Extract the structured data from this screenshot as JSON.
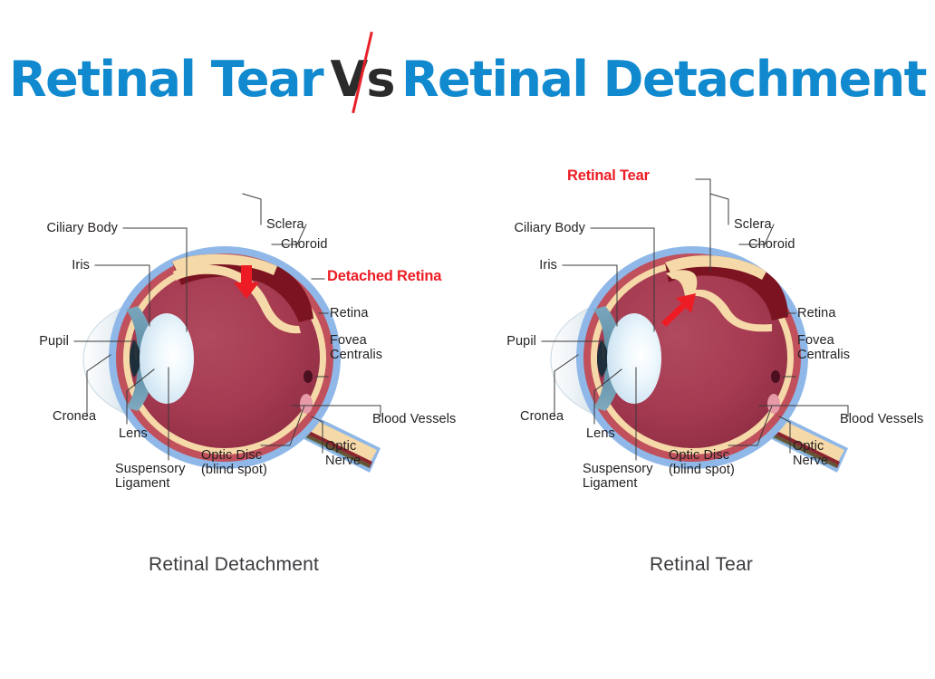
{
  "title": {
    "left_text": "Retinal Tear",
    "vs_v": "V",
    "vs_s": "s",
    "right_text": "Retinal Detachment",
    "blue_color": "#1189ce",
    "dark_color": "#2b2b2b",
    "slash_color": "#e8202a"
  },
  "colors": {
    "sclera": "#8fb8e8",
    "choroid": "#c0505c",
    "retina": "#f6d9a8",
    "vitreous": "#a63b52",
    "detachment_pocket": "#7b1420",
    "arrow_red": "#ed1c24",
    "label_text": "#231f20",
    "leader_line": "#3a3a3a",
    "cornea": "#e8eef2",
    "iris": "#5b8ca3",
    "lens": "#dfeef8",
    "optic_nerve_vessel": "#8c2430",
    "optic_disc": "#e79aa8",
    "fovea": "#4a1020"
  },
  "panels": [
    {
      "id": "left",
      "caption": "Retinal Detachment",
      "highlight_label": "Detached Retina",
      "highlight_position": "right",
      "labels_left": [
        {
          "text": "Ciliary Body"
        },
        {
          "text": "Iris"
        },
        {
          "text": "Pupil"
        },
        {
          "text": "Cronea"
        },
        {
          "text": "Lens"
        },
        {
          "text": "Suspensory",
          "text2": "Ligament"
        },
        {
          "text": "Optic Disc",
          "text2": "(blind spot)"
        }
      ],
      "labels_right": [
        {
          "text": "Sclera"
        },
        {
          "text": "Choroid"
        },
        {
          "text": "Retina"
        },
        {
          "text": "Fovea",
          "text2": "Centralis"
        },
        {
          "text": "Blood Vessels"
        },
        {
          "text": "Optic",
          "text2": "Nerve"
        }
      ]
    },
    {
      "id": "right",
      "caption": "Retinal Tear",
      "highlight_label": "Retinal Tear",
      "highlight_position": "top",
      "labels_left": [
        {
          "text": "Ciliary Body"
        },
        {
          "text": "Iris"
        },
        {
          "text": "Pupil"
        },
        {
          "text": "Cronea"
        },
        {
          "text": "Lens"
        },
        {
          "text": "Suspensory",
          "text2": "Ligament"
        },
        {
          "text": "Optic Disc",
          "text2": "(blind spot)"
        }
      ],
      "labels_right": [
        {
          "text": "Sclera"
        },
        {
          "text": "Choroid"
        },
        {
          "text": "Retina"
        },
        {
          "text": "Fovea",
          "text2": "Centralis"
        },
        {
          "text": "Blood Vessels"
        },
        {
          "text": "Optic",
          "text2": "Nerve"
        }
      ]
    }
  ]
}
